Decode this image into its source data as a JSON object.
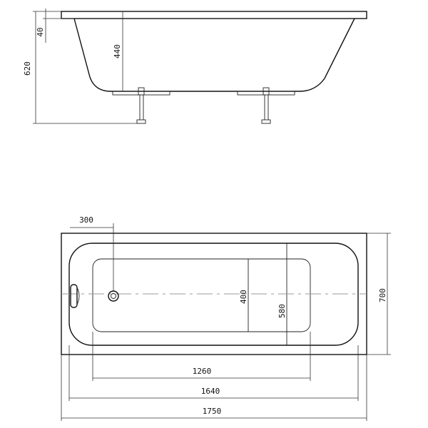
{
  "side_view": {
    "dims": {
      "rim": "40",
      "total_height": "620",
      "depth": "440"
    }
  },
  "top_view": {
    "dims": {
      "drain_offset": "300",
      "bottom_width": "400",
      "inner_width": "580",
      "outer_width": "700",
      "bottom_length": "1260",
      "inner_length": "1640",
      "outer_length": "1750"
    }
  },
  "colors": {
    "line": "#111111",
    "centerline": "#9a9a9a"
  }
}
